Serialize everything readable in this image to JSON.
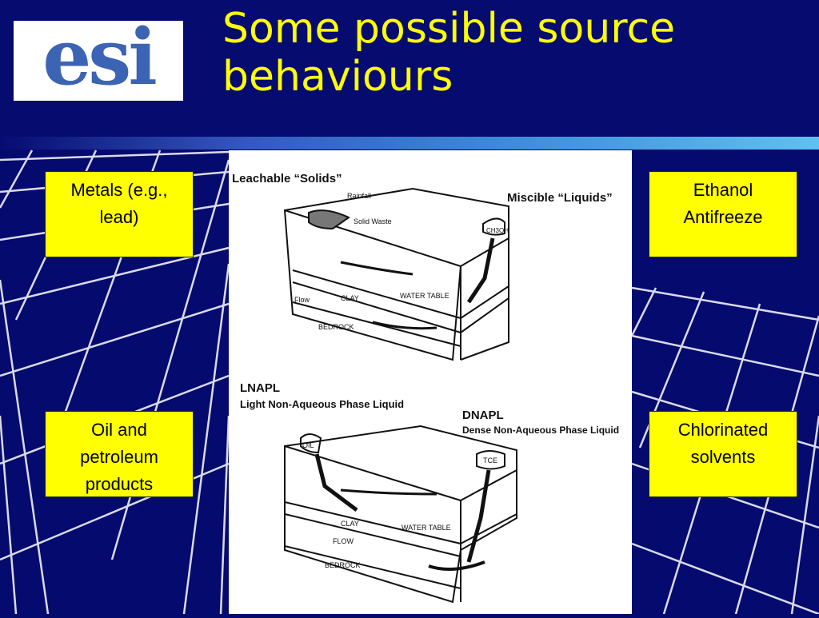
{
  "slide": {
    "title_line1": "Some possible source",
    "title_line2": "behaviours",
    "logo_text": "esi"
  },
  "labels": {
    "metals": [
      "Metals (e.g.,",
      "lead)"
    ],
    "ethanol": [
      "Ethanol",
      "Antifreeze"
    ],
    "oil": [
      "Oil and",
      "petroleum",
      "products"
    ],
    "chlorinated": [
      "Chlorinated",
      "solvents"
    ]
  },
  "figure": {
    "top_left_heading": "Leachable “Solids”",
    "top_right_heading": "Miscible “Liquids”",
    "rainfall": "Rainfall",
    "solid_waste": "Solid Waste",
    "ch3oh": "CH3OH",
    "water_table": "WATER TABLE",
    "clay": "CLAY",
    "flow": "Flow",
    "bedrock": "BEDROCK",
    "lnapl_title": "LNAPL",
    "lnapl_sub": "Light Non-Aqueous Phase Liquid",
    "dnapl_title": "DNAPL",
    "dnapl_sub": "Dense Non-Aqueous Phase Liquid",
    "oil_label": "OIL",
    "tce_label": "TCE",
    "flow_upper": "FLOW",
    "clay_lower": "CLAY"
  },
  "colors": {
    "background": "#050a6e",
    "title": "#ffff00",
    "label_box": "#ffff00",
    "logo": "#3c64b4"
  }
}
